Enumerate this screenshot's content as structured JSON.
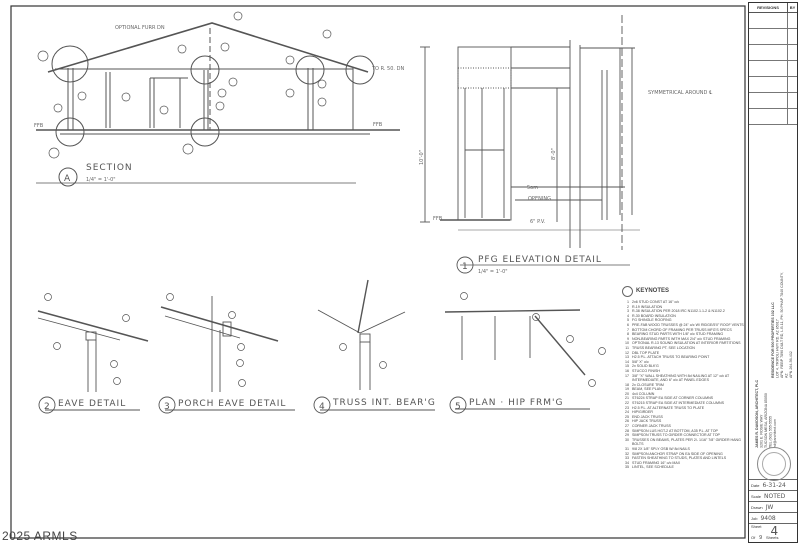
{
  "drawings": {
    "section": {
      "id": "A",
      "title": "SECTION",
      "scale": "1/4\" = 1'-0\"",
      "notes": [
        "OPTIONAL FURR DN",
        "TO R. 50. DN",
        "FFB",
        "FFB"
      ]
    },
    "elevation": {
      "id": "1",
      "title": "PFG ELEVATION DETAIL",
      "scale": "1/4\" = 1'-0\"",
      "notes": [
        "SYMMETRICAL AROUND ℄",
        "10'-0\"",
        "8'-0\"",
        "5om",
        "OPENING",
        "6\" P.V.",
        "FFB"
      ]
    },
    "details": [
      {
        "id": "2",
        "title": "EAVE DETAIL"
      },
      {
        "id": "3",
        "title": "PORCH EAVE DETAIL"
      },
      {
        "id": "4",
        "title": "TRUSS INT. BEAR'G"
      },
      {
        "id": "5",
        "title": "PLAN · HIP FRM'G"
      }
    ]
  },
  "keynotes": {
    "title": "KEYNOTES",
    "items": [
      "2x6 STUD CONST AT 16\" o/c",
      "R-19 INSULATION",
      "R-38 INSULATION PER 2018 IRC N1102.1.1-2 & N1102.2",
      "R-30 BOARD INSULATION",
      "FG SHINGLE ROOFING",
      "PRE-FAB WOOD TRUSSES @ 24\" o/c W/ RIDGE/5'0\" ROOF VENTS",
      "BOTTOM CHORD OF FRAMING PER TRUSS MFG'S SPECS",
      "BEARING STUD PARTS WITH 1/8\" o/c STUD FRAMING",
      "NON-BEARING PARTS WITH MAX 2/4\" o/c STUD FRAMING",
      "OPTIONAL R-13 SOUND INSULATION AT INTERIOR PARTITIONS",
      "TRUSS BEARING PT. SEE LOCATION",
      "DBL TOP PLATE",
      "H2.5 P.L. ATTACH TRUSS TO BEARING POINT",
      "5/8\" X\" o/c",
      "2x SOLID BLK'G",
      "STUCCO FINISH",
      "3/8\" \"X\" WALL SHEATHING WITH 8d NAILING AT 12\" o/c AT INTERMEDIATE, AND 6\" o/c AT PANEL EDGES",
      "2x CLOSURE TRIM",
      "BEAM, SEE PLAN",
      "4x4 COLUMN",
      "ST6224 STRAP EA SIDE AT CORNER COLUMNS",
      "ST6215 STRAP EA SIDE AT INTERMEDIATE COLUMNS",
      "H2.5 P.L. AT ALTERNATE TRUSS TO PLATE",
      "HIP/GIRDER",
      "END JACK TRUSS",
      "HIP JACK TRUSS",
      "CORNER JACK TRUSS",
      "SIMPSON LUS HGT-2 AT BOTTOM, A35 P.L. AT TOP",
      "SIMPSON TRUSS TO GIRDER CONNECTOR AT TOP",
      "TRUSSES ON BEAMS, PLATES PER 2/- 1/16\" 7/8\" GIRDER HANG BOLTS",
      "9/8 2X 1/8\" SPLY OSB W/ 8d NAILS",
      "SIMPSON ANCHOR STRAP ON EA SIDE OF OPENING",
      "FASTEN SHEATHING TO STUDS, PLATES AND LINTELS",
      "STUD FRAMING 16\" o/c MAX",
      "LINTEL, SEE SCHEDULE"
    ]
  },
  "titleblock": {
    "revisions_label": "REVISIONS",
    "by_label": "BY",
    "project": [
      "RESIDENCE FOR 500 PROPERTIES 102 LLC",
      "LOT 4, TRIPOLI HWY RD. AZ 85017",
      "APN: REBP 7890 DULT RD, L.B.11, PH. 50 PHAP 7840 COUNTY, AZ",
      "APN 264-56-432"
    ],
    "architect": [
      "JAMES R. DAVIDSON, ARCHITECT, PLC",
      "3201 E. ROSIE WAY",
      "TUCSON MESA, ARIZONA 85050",
      "TEL (602) 555-5555",
      "jrd@architect.com"
    ],
    "date_label": "Date",
    "date": "6-31-24",
    "scale_label": "Scale",
    "scale": "NOTED",
    "drawn_label": "Drawn",
    "drawn": "JW",
    "job_label": "Job",
    "job": "9408",
    "sheet_label": "Sheet",
    "sheet": "4",
    "of_label": "Of",
    "of": "9",
    "sheets_label": "Sheets"
  },
  "watermark": "2025 ARMLS"
}
